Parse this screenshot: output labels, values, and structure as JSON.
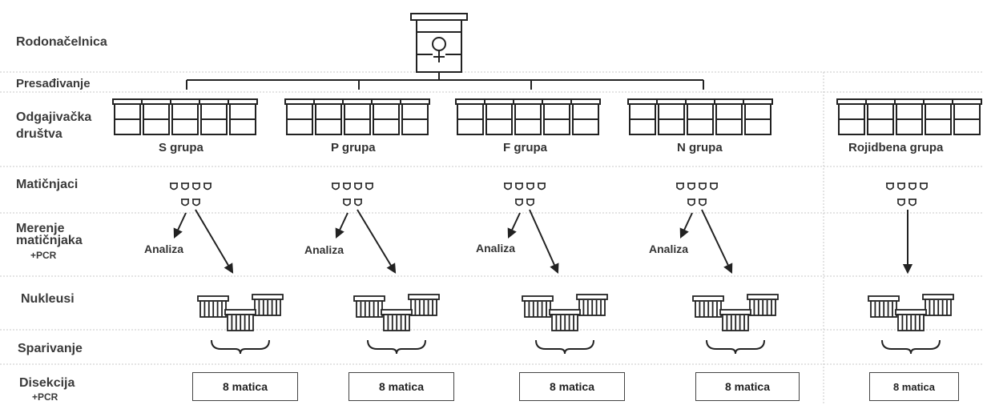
{
  "rows": {
    "founder": "Rodonačelnica",
    "transplant": "Presađivanje",
    "breeding_line1": "Odgajivačka",
    "breeding_line2": "društva",
    "queen_cells": "Matičnjaci",
    "measure_line1": "Merenje",
    "measure_line2": "matičnjaka",
    "measure_sub": "+PCR",
    "nuclei": "Nukleusi",
    "mating": "Sparivanje",
    "dissection": "Disekcija",
    "dissection_sub": "+PCR"
  },
  "groups": [
    {
      "name": "S grupa",
      "analysis": "Analiza",
      "result": "8 matica"
    },
    {
      "name": "P grupa",
      "analysis": "Analiza",
      "result": "8 matica"
    },
    {
      "name": "F grupa",
      "analysis": "Analiza",
      "result": "8 matica"
    },
    {
      "name": "N grupa",
      "analysis": "Analiza",
      "result": "8 matica"
    },
    {
      "name": "Rojidbena grupa",
      "analysis": "",
      "result": "8 matica"
    }
  ],
  "founder_symbol": "♀",
  "colors": {
    "line": "#222222",
    "separator": "#c8c8c8",
    "text": "#3a3a3a"
  }
}
